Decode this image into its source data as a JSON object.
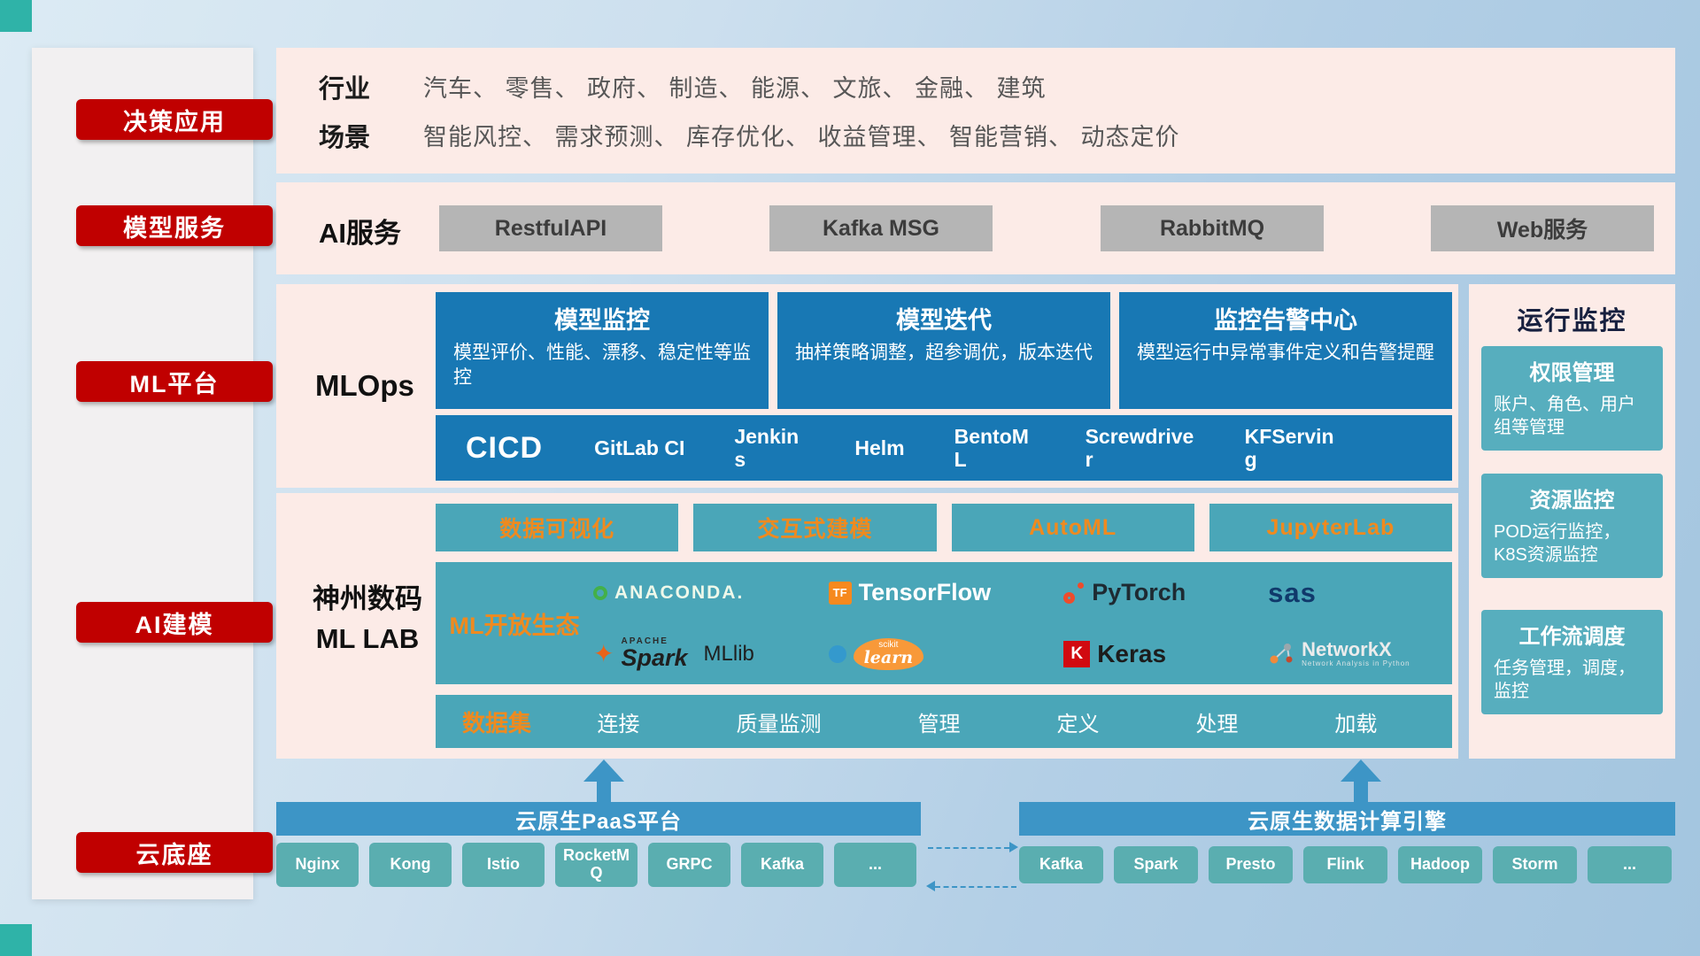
{
  "sidebar": {
    "items": [
      {
        "label": "决策应用"
      },
      {
        "label": "模型服务"
      },
      {
        "label": "ML平台"
      },
      {
        "label": "AI建模"
      },
      {
        "label": "云底座"
      }
    ]
  },
  "apps": {
    "industry_label": "行业",
    "industry_text": "汽车、 零售、 政府、 制造、 能源、 文旅、 金融、 建筑",
    "scene_label": "场景",
    "scene_text": "智能风控、 需求预测、 库存优化、 收益管理、 智能营销、 动态定价"
  },
  "ai_service": {
    "label": "AI服务",
    "items": [
      "RestfulAPI",
      "Kafka MSG",
      "RabbitMQ",
      "Web服务"
    ]
  },
  "mlops": {
    "label": "MLOps",
    "cards": [
      {
        "title": "模型监控",
        "desc": "模型评价、性能、漂移、稳定性等监控"
      },
      {
        "title": "模型迭代",
        "desc": "抽样策略调整，超参调优，版本迭代"
      },
      {
        "title": "监控告警中心",
        "desc": "模型运行中异常事件定义和告警提醒"
      }
    ],
    "cicd_label": "CICD",
    "cicd_items": [
      "GitLab CI",
      "Jenkins",
      "Helm",
      "BentoML",
      "Screwdriver",
      "KFServing"
    ]
  },
  "mllab": {
    "label_line1": "神州数码",
    "label_line2": "ML LAB",
    "tools": [
      "数据可视化",
      "交互式建模",
      "AutoML",
      "JupyterLab"
    ],
    "eco_label": "ML开放生态",
    "logos": {
      "anaconda": "ANACONDA.",
      "tf_mark": "TF",
      "tensorflow": "TensorFlow",
      "pytorch": "PyTorch",
      "sas": "sas",
      "spark_small": "APACHE",
      "spark": "Spark",
      "mllib": "MLlib",
      "scikit_small": "scikit",
      "scikit": "learn",
      "keras_mark": "K",
      "keras": "Keras",
      "networkx": "NetworkX",
      "networkx_sub": "Network Analysis in Python"
    },
    "data_label": "数据集",
    "data_items": [
      "连接",
      "质量监测",
      "管理",
      "定义",
      "处理",
      "加载"
    ]
  },
  "monitoring": {
    "title": "运行监控",
    "cards": [
      {
        "title": "权限管理",
        "desc": "账户、角色、用户组等管理"
      },
      {
        "title": "资源监控",
        "desc": "POD运行监控，K8S资源监控"
      },
      {
        "title": "工作流调度",
        "desc": "任务管理，调度，监控"
      }
    ]
  },
  "foundation": {
    "paas_title": "云原生PaaS平台",
    "paas_items": [
      "Nginx",
      "Kong",
      "Istio",
      "RocketMQ",
      "GRPC",
      "Kafka",
      "..."
    ],
    "engine_title": "云原生数据计算引擎",
    "engine_items": [
      "Kafka",
      "Spark",
      "Presto",
      "Flink",
      "Hadoop",
      "Storm",
      "..."
    ]
  }
}
